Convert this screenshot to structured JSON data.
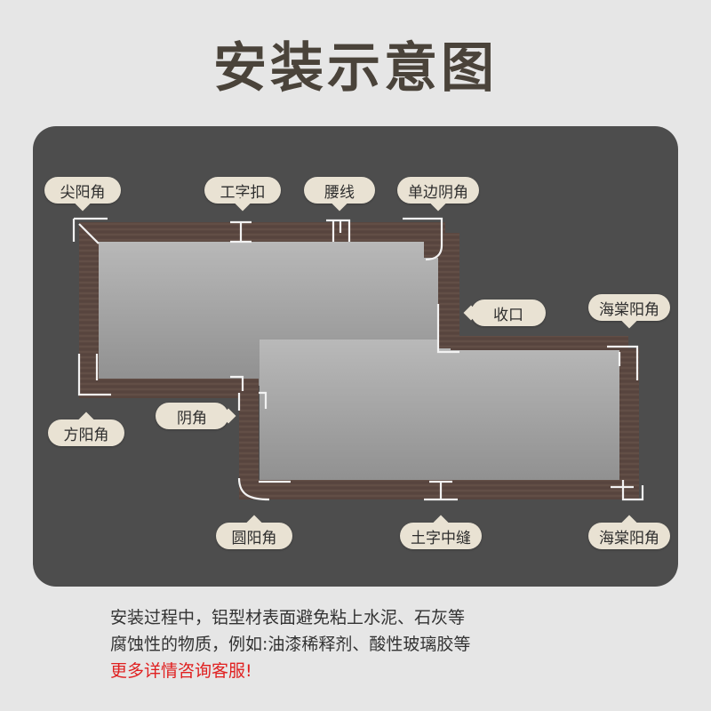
{
  "title": "安装示意图",
  "labels": {
    "jian_yang_jiao": "尖阳角",
    "gong_zi_kou": "工字扣",
    "yao_xian": "腰线",
    "dan_bian_yin_jiao": "单边阴角",
    "shou_kou": "收口",
    "hai_tang_yang_jiao_top": "海棠阳角",
    "fang_yang_jiao": "方阳角",
    "yin_jiao": "阴角",
    "yuan_yang_jiao": "圆阳角",
    "tu_zi_zhong_feng": "土字中缝",
    "hai_tang_yang_jiao_bottom": "海棠阳角"
  },
  "notes": {
    "line1": "安装过程中，铝型材表面避免粘上水泥、石灰等",
    "line2": "腐蚀性的物质，例如:油漆稀释剂、酸性玻璃胶等",
    "line3": "更多详情咨询客服!"
  },
  "colors": {
    "background": "#e6e6e6",
    "panel": "#4d4d4d",
    "title": "#4a433a",
    "callout": "#e9e2d3",
    "wood": "#5a4740",
    "metal": "#f2f2f2",
    "highlight": "#e02020"
  }
}
